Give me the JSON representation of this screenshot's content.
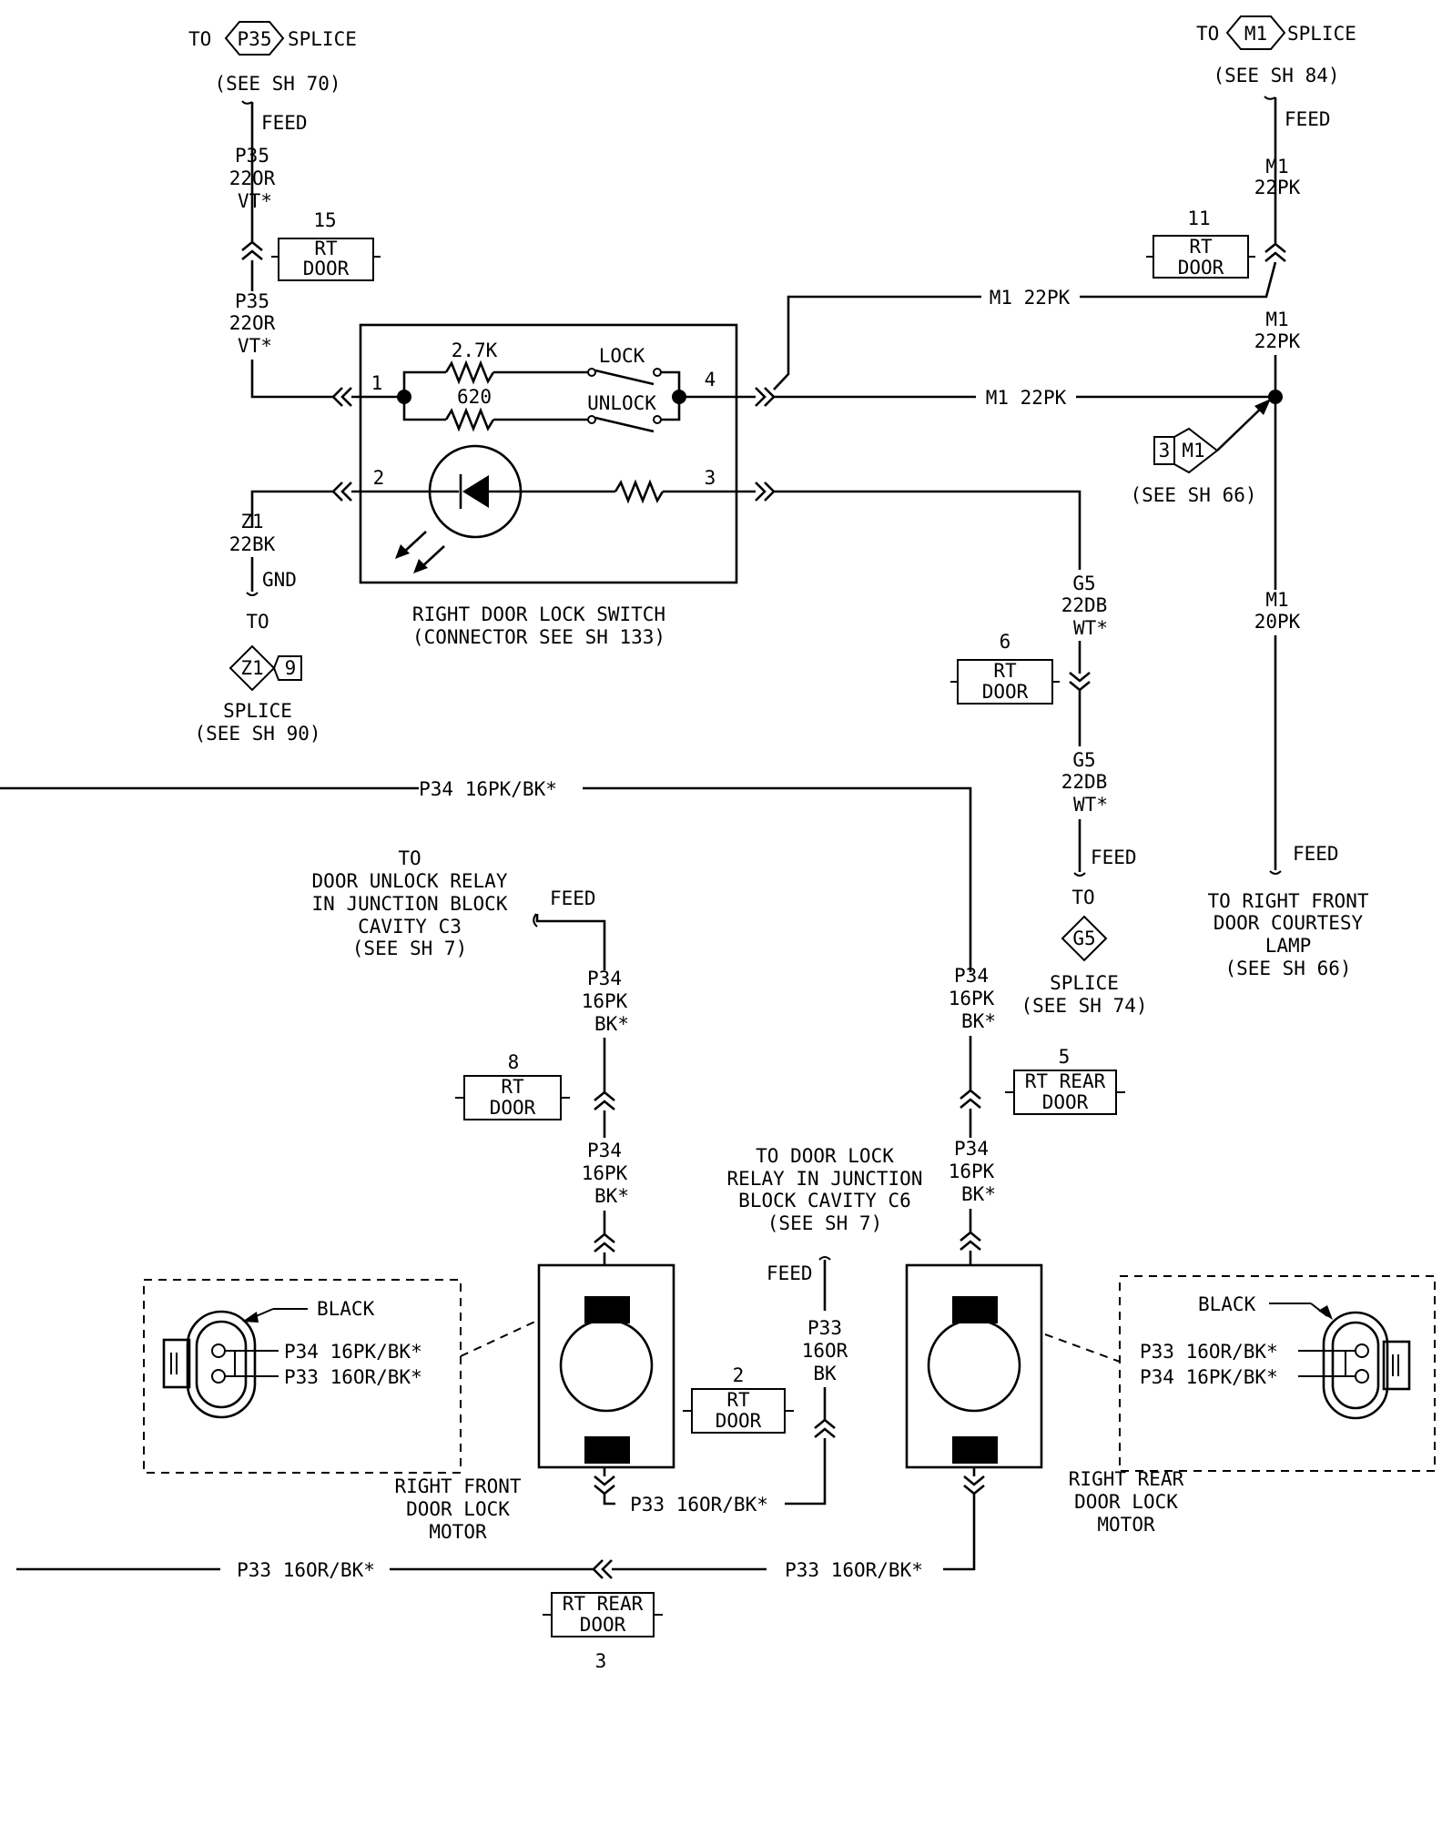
{
  "top_left_ref": {
    "to": "TO",
    "code": "P35",
    "splice": "SPLICE",
    "see": "(SEE SH 70)",
    "feed": "FEED"
  },
  "top_right_ref": {
    "to": "TO",
    "code": "M1",
    "splice": "SPLICE",
    "see": "(SEE SH 84)",
    "feed": "FEED"
  },
  "wire_p35_upper": [
    "P35",
    "22OR",
    "VT*"
  ],
  "wire_p35_lower": [
    "P35",
    "22OR",
    "VT*"
  ],
  "conn_15": {
    "number": "15",
    "line1": "RT",
    "line2": "DOOR"
  },
  "conn_11": {
    "number": "11",
    "line1": "RT",
    "line2": "DOOR"
  },
  "wire_m1_upper": [
    "M1",
    "22PK"
  ],
  "wire_m1_mid": [
    "M1",
    "22PK"
  ],
  "wire_m1_h1": "M1 22PK",
  "wire_m1_h2": "M1 22PK",
  "m1_splice3": {
    "number": "3",
    "code": "M1",
    "see": "(SEE SH 66)"
  },
  "wire_m1_20pk": [
    "M1",
    "20PK"
  ],
  "courtesy_lamp": {
    "feed": "FEED",
    "lines": [
      "TO RIGHT FRONT",
      "DOOR COURTESY",
      "LAMP",
      "(SEE SH 66)"
    ]
  },
  "switch": {
    "r1": "2.7K",
    "r2": "620",
    "lock": "LOCK",
    "unlock": "UNLOCK",
    "pin1": "1",
    "pin2": "2",
    "pin3": "3",
    "pin4": "4",
    "title1": "RIGHT DOOR LOCK SWITCH",
    "title2": "(CONNECTOR SEE SH 133)"
  },
  "ground": {
    "wire": [
      "Z1",
      "22BK"
    ],
    "gnd": "GND",
    "to": "TO",
    "code": "Z1",
    "num": "9",
    "splice": "SPLICE",
    "see": "(SEE SH 90)"
  },
  "wire_g5_upper": [
    "G5",
    "22DB",
    "WT*"
  ],
  "wire_g5_lower": [
    "G5",
    "22DB",
    "WT*"
  ],
  "conn_6": {
    "number": "6",
    "line1": "RT",
    "line2": "DOOR"
  },
  "g5_feed": {
    "feed": "FEED",
    "to": "TO",
    "code": "G5",
    "splice": "SPLICE",
    "see": "(SEE SH 74)"
  },
  "wire_p34_top": "P34 16PK/BK*",
  "unlock_relay": {
    "lines": [
      "TO",
      "DOOR UNLOCK RELAY",
      "IN JUNCTION BLOCK",
      "CAVITY C3",
      "(SEE SH 7)"
    ],
    "feed": "FEED"
  },
  "wire_p34_a": [
    "P34",
    "16PK",
    "BK*"
  ],
  "wire_p34_b": [
    "P34",
    "16PK",
    "BK*"
  ],
  "wire_p34_c": [
    "P34",
    "16PK",
    "BK*"
  ],
  "wire_p34_d": [
    "P34",
    "16PK",
    "BK*"
  ],
  "conn_8": {
    "number": "8",
    "line1": "RT",
    "line2": "DOOR"
  },
  "conn_5": {
    "number": "5",
    "line1": "RT REAR",
    "line2": "DOOR"
  },
  "lock_relay": {
    "lines": [
      "TO DOOR LOCK",
      "RELAY IN JUNCTION",
      "BLOCK CAVITY C6",
      "(SEE SH 7)"
    ],
    "feed": "FEED"
  },
  "wire_p33_v": [
    "P33",
    "16OR",
    "BK"
  ],
  "conn_2": {
    "number": "2",
    "line1": "RT",
    "line2": "DOOR"
  },
  "conn_3": {
    "number": "3",
    "line1": "RT REAR",
    "line2": "DOOR"
  },
  "wire_p33_front": "P33 16OR/BK*",
  "wire_p33_left": "P33 16OR/BK*",
  "wire_p33_right": "P33 16OR/BK*",
  "front_motor": [
    "RIGHT FRONT",
    "DOOR LOCK",
    "MOTOR"
  ],
  "rear_motor": [
    "RIGHT REAR",
    "DOOR LOCK",
    "MOTOR"
  ],
  "front_connector": {
    "color": "BLACK",
    "pinA": "P34 16PK/BK*",
    "pinB": "P33 16OR/BK*"
  },
  "rear_connector": {
    "color": "BLACK",
    "pinA": "P33 16OR/BK*",
    "pinB": "P34 16PK/BK*"
  }
}
